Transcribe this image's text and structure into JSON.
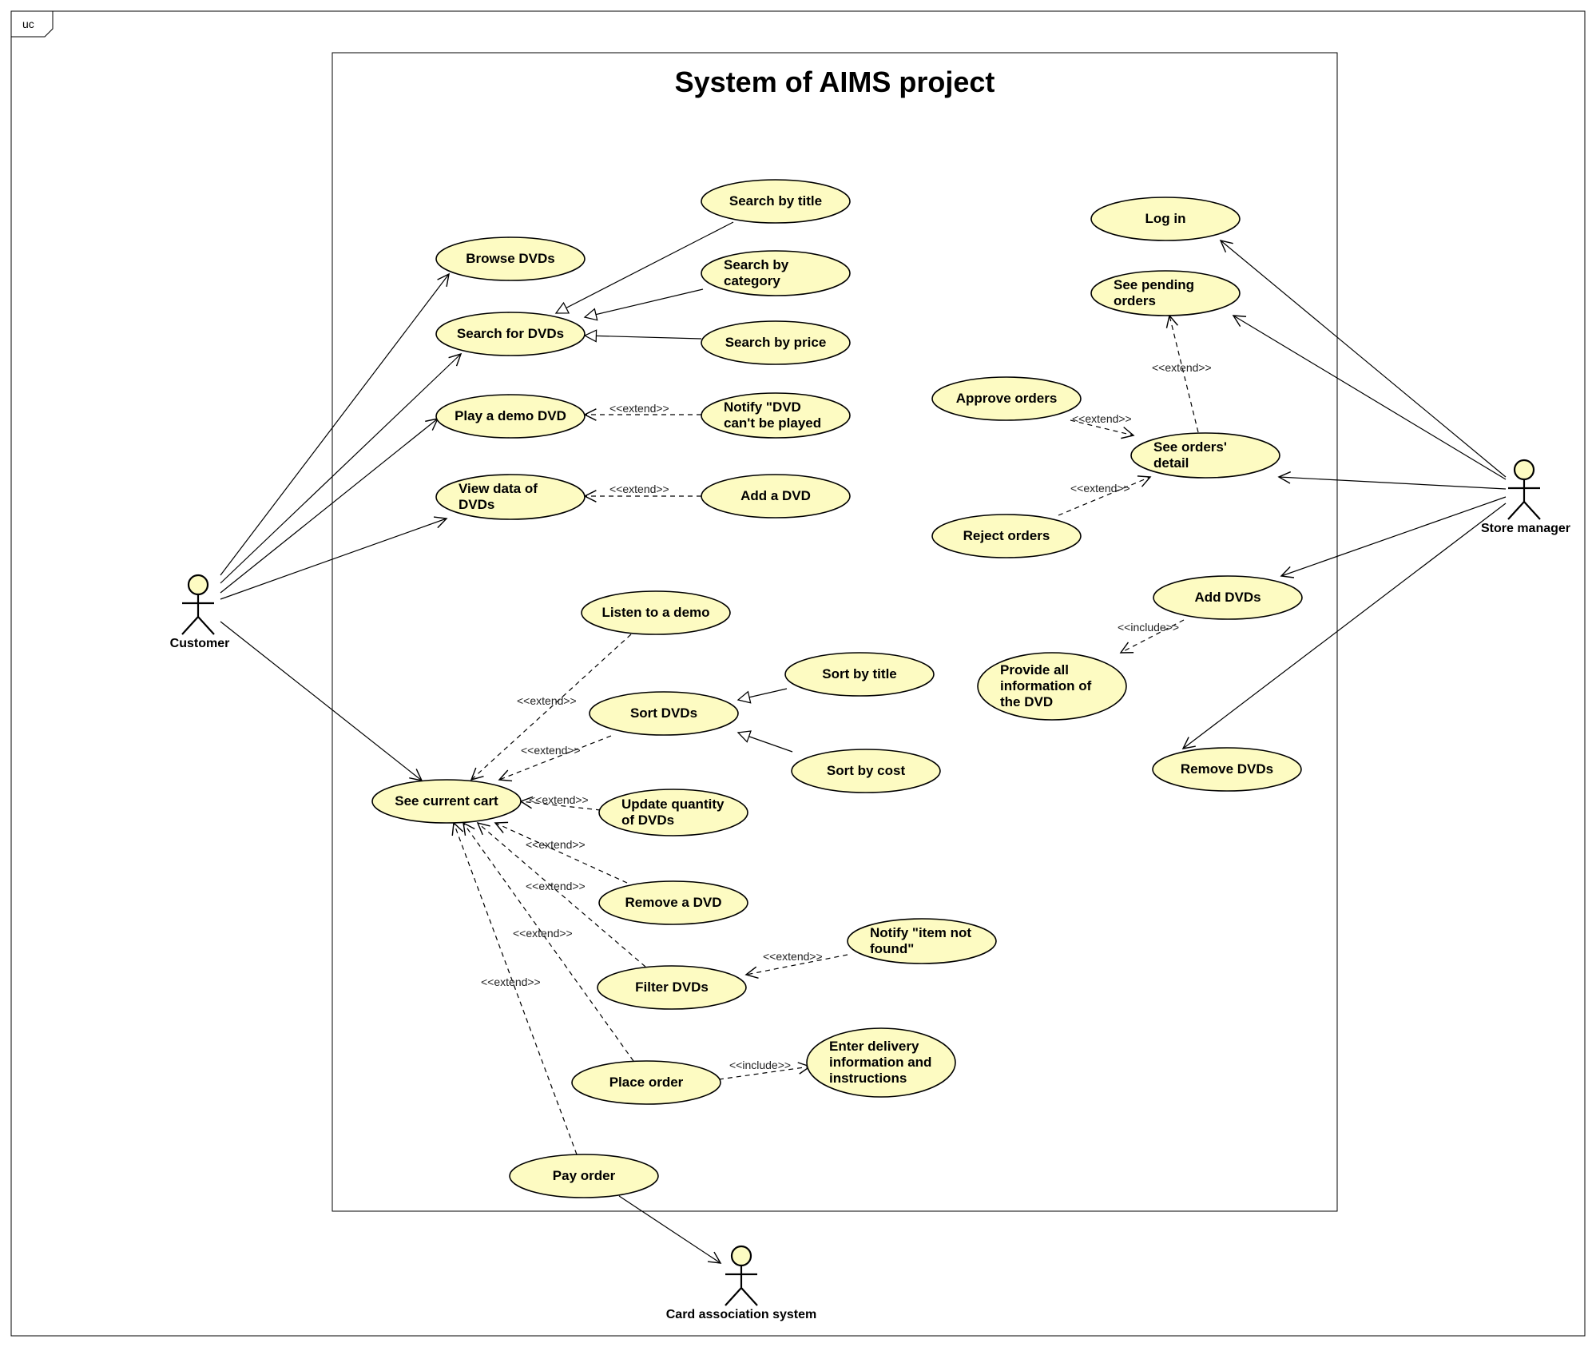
{
  "frame": {
    "tag": "uc"
  },
  "system": {
    "title": "System of AIMS project"
  },
  "actors": {
    "customer": "Customer",
    "store_manager": "Store manager",
    "card_system": "Card association system"
  },
  "use_cases": {
    "search_by_title": "Search by title",
    "browse_dvds": "Browse DVDs",
    "search_by_category": "Search by category",
    "search_for_dvds": "Search for DVDs",
    "search_by_price": "Search by price",
    "play_demo_dvd": "Play a demo DVD",
    "notify_dvd_cant_play": "Notify \"DVD can't be played",
    "view_data_of_dvds": "View data of DVDs",
    "add_a_dvd": "Add a DVD",
    "listen_to_demo": "Listen to a demo",
    "sort_by_title": "Sort by title",
    "sort_dvds": "Sort DVDs",
    "sort_by_cost": "Sort by cost",
    "see_current_cart": "See current cart",
    "update_quantity": "Update quantity of DVDs",
    "remove_a_dvd": "Remove a DVD",
    "notify_item_not_found": "Notify \"item not found\"",
    "filter_dvds": "Filter DVDs",
    "enter_delivery_info": "Enter delivery information and instructions",
    "place_order": "Place order",
    "pay_order": "Pay order",
    "log_in": "Log in",
    "see_pending_orders": "See pending orders",
    "approve_orders": "Approve orders",
    "see_orders_detail": "See orders' detail",
    "reject_orders": "Reject orders",
    "add_dvds": "Add DVDs",
    "provide_all_info": "Provide all information of the DVD",
    "remove_dvds": "Remove DVDs"
  },
  "relationship_labels": {
    "extend": "<<extend>>",
    "include": "<<include>>"
  },
  "colors": {
    "use_case_fill": "#fdfbc2",
    "stroke": "#000000"
  }
}
